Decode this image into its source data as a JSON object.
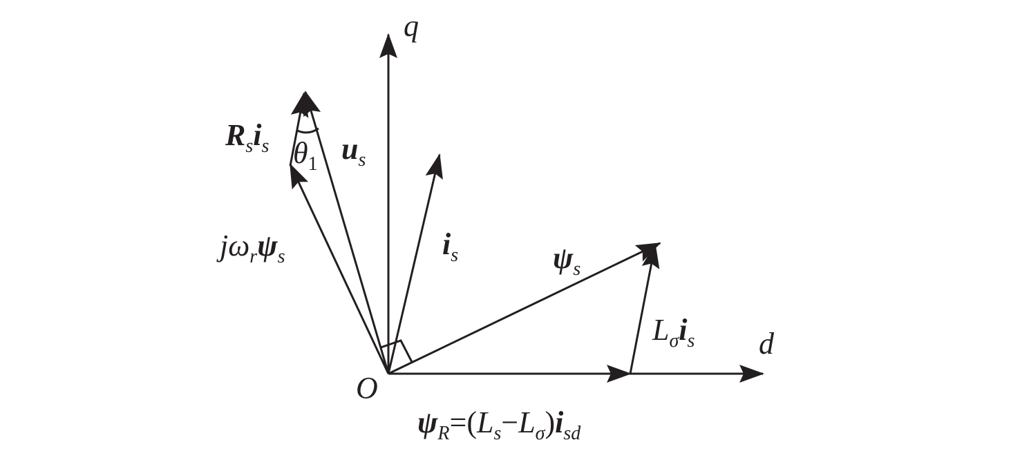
{
  "diagram": {
    "axes": {
      "q": "q",
      "d": "d",
      "origin": "O"
    },
    "vectors": {
      "rs_is": {
        "main": "R",
        "sub1": "s",
        "main2": "i",
        "sub2": "s"
      },
      "us": {
        "main": "u",
        "sub": "s"
      },
      "is": {
        "main": "i",
        "sub": "s"
      },
      "psi_s": {
        "main": "ψ",
        "sub": "s"
      },
      "jw": {
        "j": "jω",
        "r": "r",
        "psi": "ψ",
        "s": "s"
      },
      "l_sigma": {
        "L": "L",
        "sigma": "σ",
        "i": "i",
        "s": "s"
      },
      "psi_r": {
        "psi": "ψ",
        "R": "R",
        "eq": "=(",
        "Ls": "L",
        "s": "s",
        "minus": "−",
        "L2": "L",
        "sigma": "σ",
        "close": ")",
        "i": "i",
        "sd": "sd"
      }
    },
    "angle": {
      "theta": "θ",
      "sub": "1"
    },
    "colors": {
      "ink": "#231f20",
      "background": "#ffffff"
    }
  }
}
